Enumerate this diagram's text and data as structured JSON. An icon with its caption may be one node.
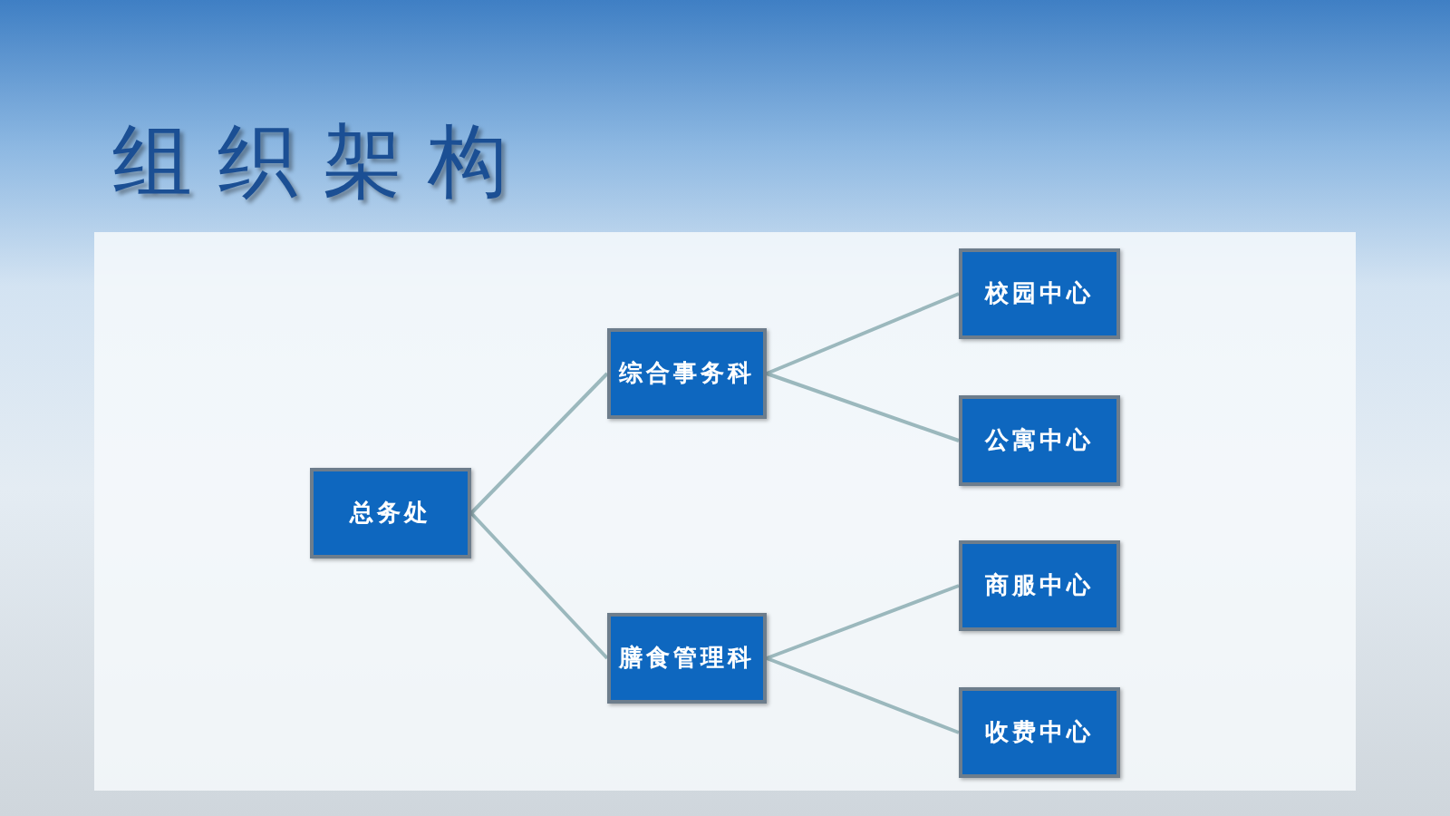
{
  "diagram": {
    "title": "组织架构",
    "nodes": [
      {
        "text": [
          "总务处"
        ]
      },
      {
        "text": [
          "综合事务科"
        ]
      },
      {
        "text": [
          "膳食管理科"
        ]
      },
      {
        "text": [
          "校园中心"
        ]
      },
      {
        "text": [
          "公寓中心"
        ]
      },
      {
        "text": [
          "商服中心"
        ]
      },
      {
        "text": [
          "收费中心"
        ]
      }
    ],
    "edges": [
      {
        "from": 0,
        "to": 1,
        "arrow": "none"
      },
      {
        "from": 0,
        "to": 2,
        "arrow": "none"
      },
      {
        "from": 1,
        "to": 3,
        "arrow": "none"
      },
      {
        "from": 1,
        "to": 4,
        "arrow": "none"
      },
      {
        "from": 2,
        "to": 5,
        "arrow": "none"
      },
      {
        "from": 2,
        "to": 6,
        "arrow": "none"
      }
    ]
  }
}
